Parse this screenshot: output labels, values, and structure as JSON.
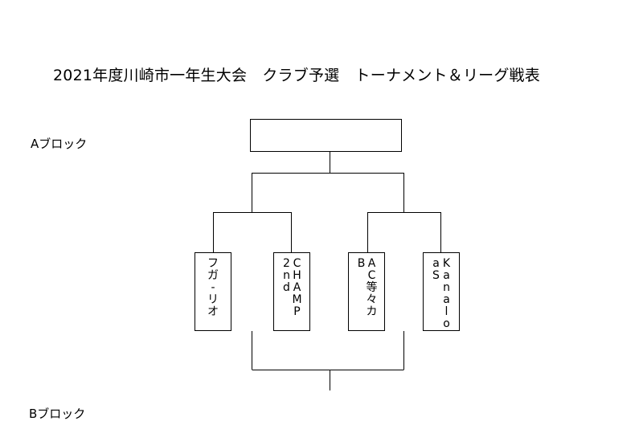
{
  "document": {
    "title": "2021年度川崎市一年生大会　クラブ予選　トーナメント＆リーグ戦表",
    "block_a_label": "Aブロック",
    "block_b_label_partial": "Bブロック"
  },
  "bracket": {
    "winner": "",
    "teams": [
      {
        "columns": [
          "フガ-リオ"
        ]
      },
      {
        "columns": [
          "CHAMP",
          "2nd"
        ]
      },
      {
        "columns": [
          "AC等々カ",
          "B"
        ]
      },
      {
        "columns": [
          "Kanalo",
          "aS"
        ]
      }
    ]
  }
}
